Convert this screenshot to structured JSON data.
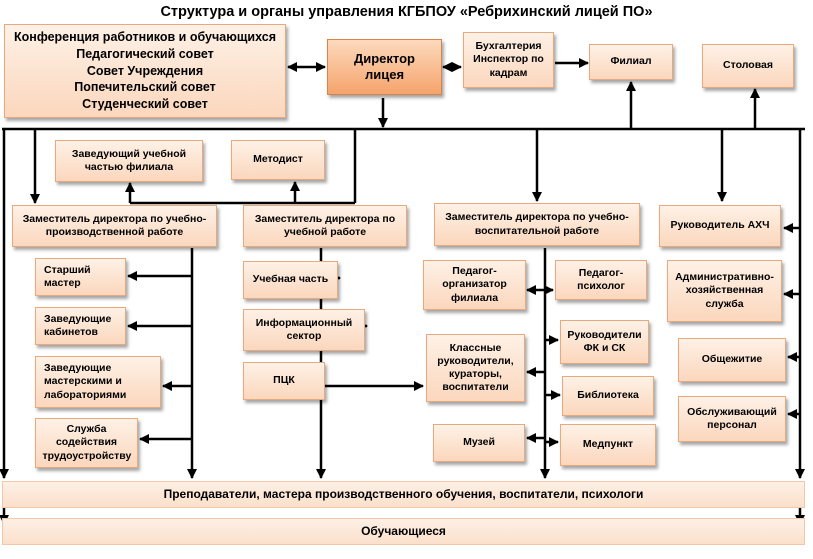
{
  "title": "Структура и органы управления КГБПОУ «Ребрихинский лицей ПО»",
  "council": {
    "lines": [
      "Конференция работников и обучающихся",
      "Педагогический совет",
      "Совет Учреждения",
      "Попечительский совет",
      "Студенческий совет"
    ]
  },
  "director": "Директор лицея",
  "accounting": "Бухгалтерия Инспектор по кадрам",
  "branch": "Филиал",
  "canteen": "Столовая",
  "head_branch_study": "Заведующий учебной частью филиала",
  "methodist": "Методист",
  "deputy_production": "Заместитель директора по учебно-производственной работе",
  "deputy_study": "Заместитель директора по учебной работе",
  "deputy_education": "Заместитель директора по учебно-воспитательной работе",
  "head_ahch": "Руководитель АХЧ",
  "senior_master": "Старший мастер",
  "head_cabinets": "Заведующие кабинетов",
  "head_workshops": "Заведующие мастерскими и лабораториями",
  "employment_service": "Служба содействия трудоустройству",
  "study_office": "Учебная часть",
  "info_sector": "Информационный сектор",
  "pck": "ПЦК",
  "pedagogue_organizer": "Педагог-организатор филиала",
  "pedagogue_psychologist": "Педагог-психолог",
  "class_teachers": "Классные руководители, кураторы, воспитатели",
  "pe_heads": "Руководители ФК и СК",
  "library": "Библиотека",
  "museum": "Музей",
  "medical": "Медпункт",
  "admin_service": "Административно-хозяйственная служба",
  "dormitory": "Общежитие",
  "service_staff": "Обслуживающий персонал",
  "teachers_bar": "Преподаватели, мастера производственного обучения, воспитатели, психологи",
  "students_bar": "Обучающиеся"
}
